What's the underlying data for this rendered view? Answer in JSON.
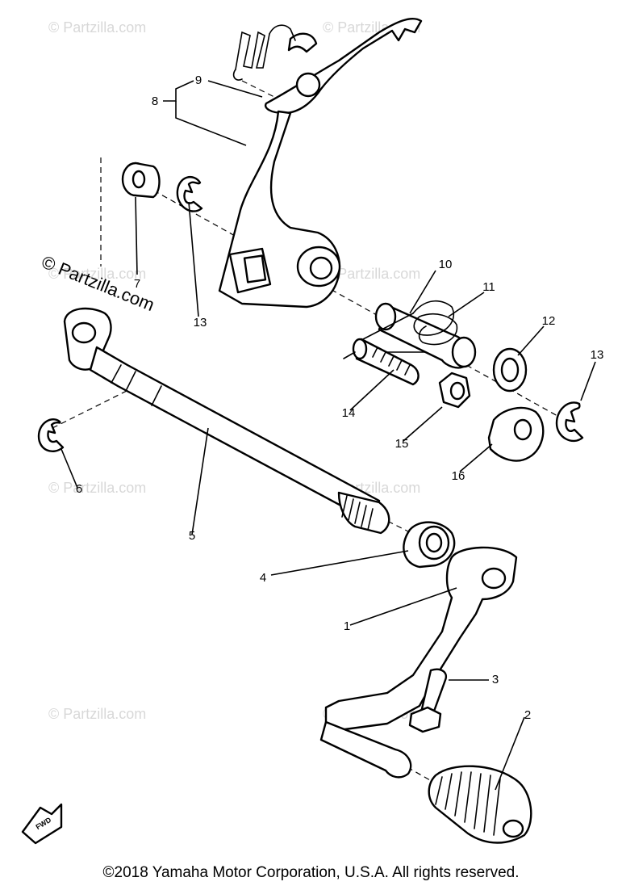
{
  "watermark_text": "© Partzilla.com",
  "callouts": [
    "1",
    "2",
    "3",
    "4",
    "5",
    "6",
    "7",
    "8",
    "9",
    "10",
    "11",
    "12",
    "13",
    "13",
    "14",
    "15",
    "16"
  ],
  "fwd_label": "FWD",
  "copyright": "©2018  Yamaha Motor Corporation, U.S.A. All rights reserved."
}
